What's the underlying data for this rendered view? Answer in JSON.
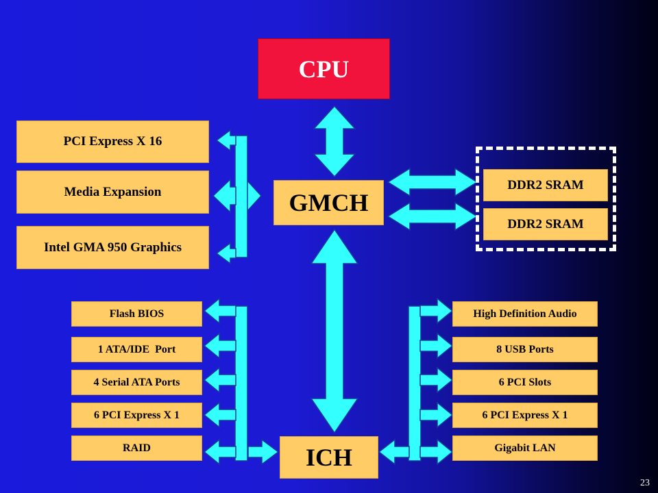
{
  "cpu": "CPU",
  "gmch": "GMCH",
  "ich": "ICH",
  "gmch_left": [
    "PCI Express X 16",
    "Media Expansion",
    "Intel GMA 950 Graphics"
  ],
  "memory": [
    "DDR2 SRAM",
    "DDR2 SRAM"
  ],
  "ich_left": [
    "Flash BIOS",
    "1 ATA/IDE  Port",
    "4 Serial ATA Ports",
    "6 PCI Express X 1",
    "RAID"
  ],
  "ich_right": [
    "High Definition Audio",
    "8 USB Ports",
    "6 PCI Slots",
    "6 PCI Express X 1",
    "Gigabit LAN"
  ],
  "page_number": "23",
  "colors": {
    "arrow": "#33ffff",
    "box": "#ffcc66",
    "cpu": "#f2133c"
  }
}
